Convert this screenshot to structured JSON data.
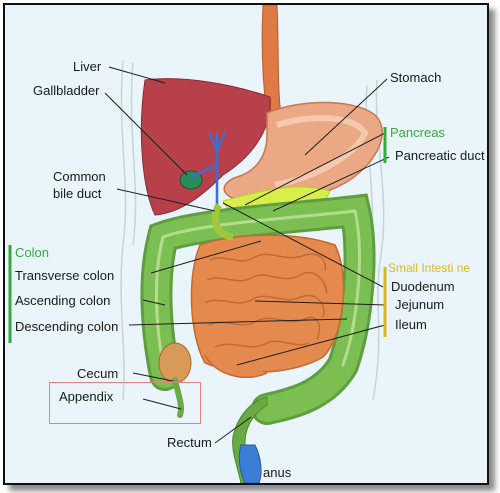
{
  "labels": {
    "liver": "Liver",
    "gallbladder": "Gallbladder",
    "common_bile_duct_1": "Common",
    "common_bile_duct_2": "bile duct",
    "colon": "Colon",
    "transverse_colon": "Transverse colon",
    "ascending_colon": "Ascending colon",
    "descending_colon": "Descending colon",
    "cecum": "Cecum",
    "appendix": "Appendix",
    "rectum": "Rectum",
    "anus": "anus",
    "stomach": "Stomach",
    "pancreas": "Pancreas",
    "pancreatic_duct": "Pancreatic duct",
    "small_intestine": "Small Intesti ne",
    "duodenum": "Duodenum",
    "jejunum": "Jejunum",
    "ileum": "Ileum"
  },
  "colors": {
    "background": "#e9f5fa",
    "liver": "#b8404a",
    "stomach": "#e8a680",
    "colon": "#7bbf52",
    "small_intestine": "#e58a4e",
    "pancreas": "#d8ee4a",
    "duct": "#3a6ed8",
    "group_label_green": "#3aa83a",
    "group_label_yellow": "#d9b820",
    "highlight_box": "#e98080"
  }
}
